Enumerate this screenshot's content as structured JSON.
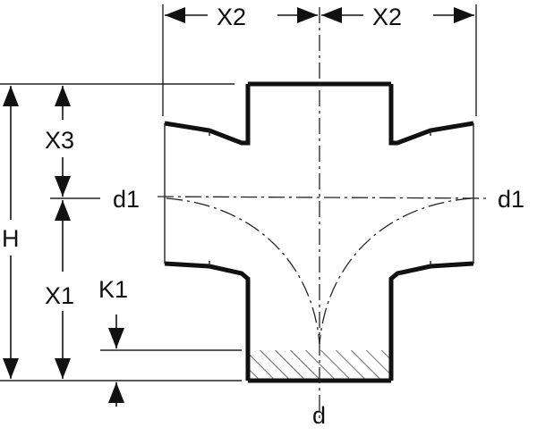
{
  "labels": {
    "x2_left": "X2",
    "x2_right": "X2",
    "x3": "X3",
    "h": "H",
    "x1": "X1",
    "k1": "K1",
    "d1_left": "d1",
    "d1_right": "d1",
    "d": "d"
  },
  "colors": {
    "line": "#111111",
    "background": "#ffffff"
  }
}
